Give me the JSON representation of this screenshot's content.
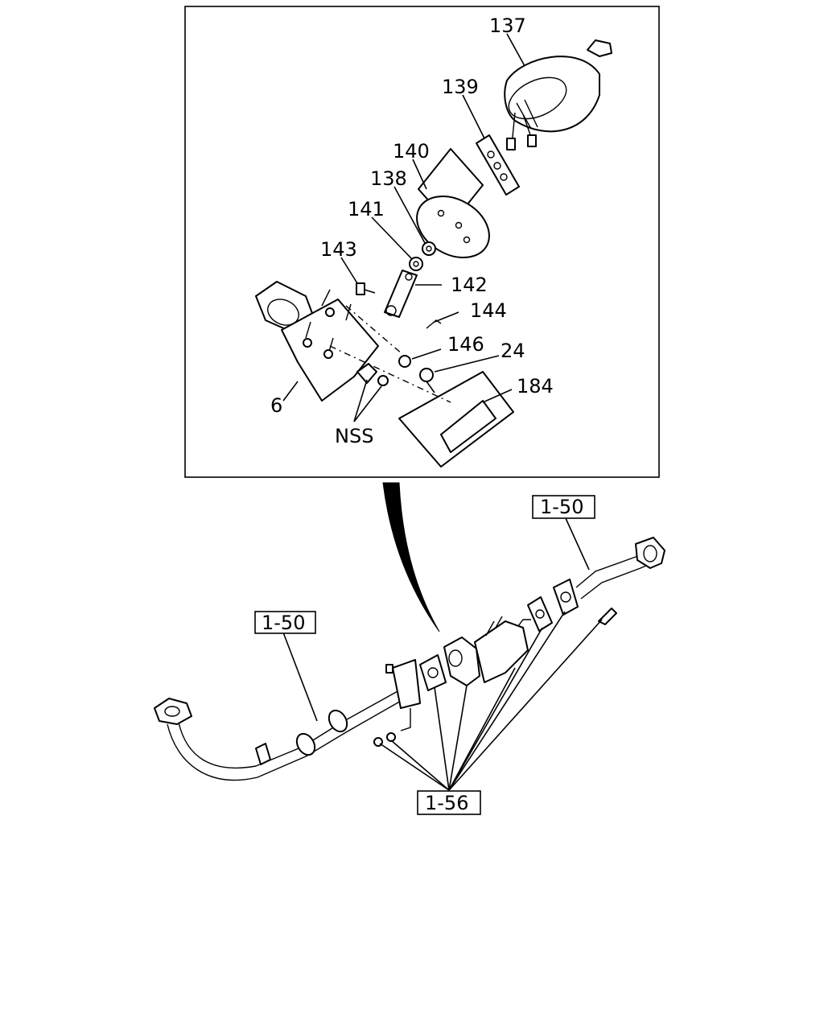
{
  "detail": {
    "callouts": [
      {
        "id": "c137",
        "text": "137"
      },
      {
        "id": "c139",
        "text": "139"
      },
      {
        "id": "c140",
        "text": "140"
      },
      {
        "id": "c138",
        "text": "138"
      },
      {
        "id": "c141",
        "text": "141"
      },
      {
        "id": "c143",
        "text": "143"
      },
      {
        "id": "c142",
        "text": "142"
      },
      {
        "id": "c144",
        "text": "144"
      },
      {
        "id": "c146",
        "text": "146"
      },
      {
        "id": "c24",
        "text": "24"
      },
      {
        "id": "c184",
        "text": "184"
      },
      {
        "id": "c6",
        "text": "6"
      },
      {
        "id": "cNSS",
        "text": "NSS"
      }
    ]
  },
  "overview": {
    "refs": [
      {
        "id": "ref-top",
        "text": "1-50"
      },
      {
        "id": "ref-left",
        "text": "1-50"
      },
      {
        "id": "ref-bottom",
        "text": "1-56"
      }
    ]
  }
}
